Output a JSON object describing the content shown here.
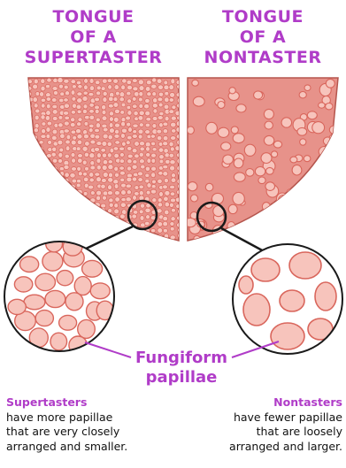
{
  "titles": {
    "left": [
      "TONGUE",
      "OF A",
      "SUPERTASTER"
    ],
    "right": [
      "TONGUE",
      "OF A",
      "NONTASTER"
    ]
  },
  "label": [
    "Fungiform",
    "papillae"
  ],
  "captions": {
    "left": {
      "heading": "Supertasters",
      "lines": [
        "have more papillae",
        "that are very closely",
        "arranged and smaller."
      ]
    },
    "right": {
      "heading": "Nontasters",
      "lines": [
        "have fewer papillae",
        "that are loosely",
        "arranged and larger."
      ]
    }
  },
  "colors": {
    "title": "#b03cc8",
    "tongue_fill": "#e7928a",
    "papilla_fill": "#f7c4bc",
    "papilla_stroke": "#d9665c"
  }
}
